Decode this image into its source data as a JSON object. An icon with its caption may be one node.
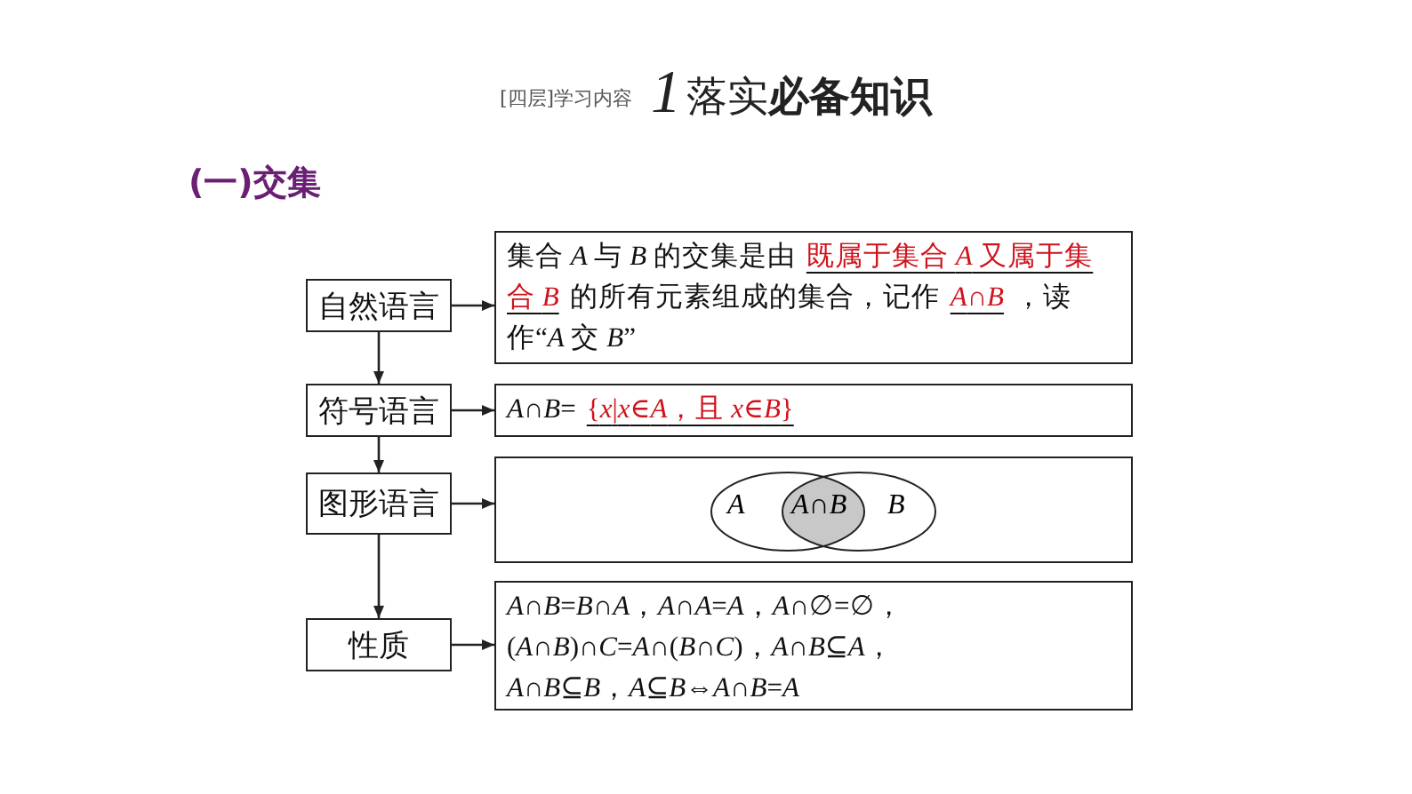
{
  "diagram": {
    "title": "落实**必备知识**",
    "nodes": [
      {
        "text": [
          "自然语言"
        ]
      },
      {
        "text": [
          "集合 *A* 与 *B* 的交集是由",
          "既属于集合 *A* 又属于集合 *B*",
          "的所有元素组成的集合，记作",
          "*A*∩*B*",
          "，读作“*A* 交 *B*”"
        ]
      },
      {
        "text": [
          "符号语言"
        ]
      },
      {
        "text": [
          "*A*∩*B*=",
          "{*x*|*x*∈*A*，且 *x*∈*B*}"
        ]
      },
      {
        "text": [
          "图形语言"
        ]
      },
      {
        "text": [
          "*A*",
          "*A*∩*B*",
          "*B*"
        ]
      },
      {
        "text": [
          "性质"
        ]
      },
      {
        "text": [
          "*A*∩*B*=*B*∩*A*，*A*∩*A*=*A*，*A*∩∅=∅，",
          "(*A*∩*B*)∩*C*=*A*∩(*B*∩*C*)，*A*∩*B*⊆*A*，",
          "*A*∩*B*⊆*B*，*A*⊆*B*⇔*A*∩*B*=*A*"
        ]
      }
    ],
    "edges": [
      {
        "from": 0,
        "to": 1,
        "arrow": "to"
      },
      {
        "from": 0,
        "to": 2,
        "arrow": "to"
      },
      {
        "from": 2,
        "to": 3,
        "arrow": "to"
      },
      {
        "from": 2,
        "to": 4,
        "arrow": "to"
      },
      {
        "from": 4,
        "to": 5,
        "arrow": "to"
      },
      {
        "from": 4,
        "to": 6,
        "arrow": "to"
      },
      {
        "from": 6,
        "to": 7,
        "arrow": "to"
      }
    ],
    "labels": [
      "[四层]学习内容",
      "1",
      "(一)交集"
    ]
  }
}
